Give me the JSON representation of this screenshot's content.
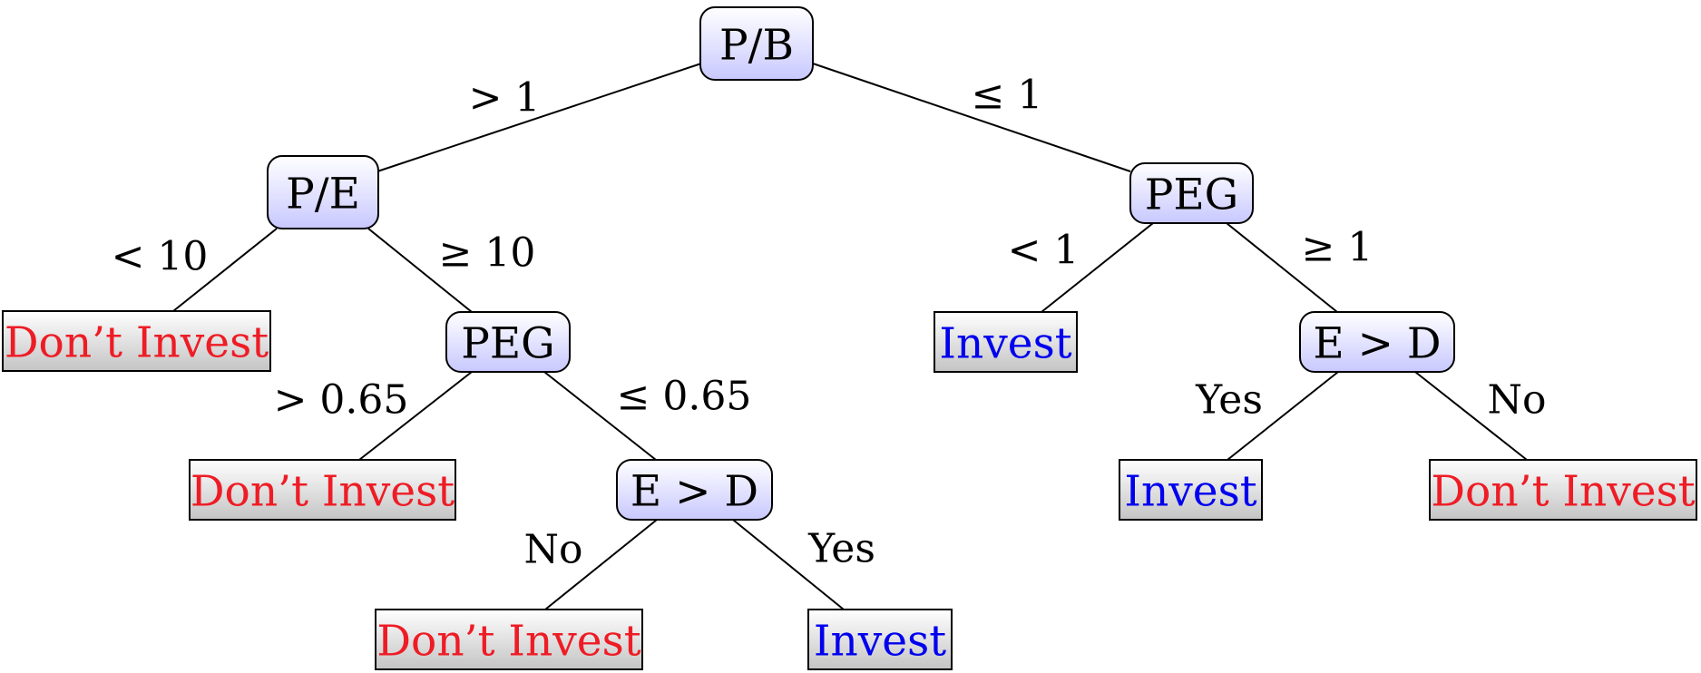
{
  "colors": {
    "invest": "#0000ee",
    "dont_invest": "#ee1c25",
    "decision_fill_top": "#ffffff",
    "decision_fill_bottom": "#c8c8ff",
    "leaf_fill_top": "#ffffff",
    "leaf_fill_bottom": "#c4c4c4"
  },
  "nodes": {
    "root": {
      "label": "P/B",
      "kind": "decision"
    },
    "pe": {
      "label": "P/E",
      "kind": "decision"
    },
    "peg_right": {
      "label": "PEG",
      "kind": "decision"
    },
    "leaf_pe_lt10": {
      "label": "Don’t Invest",
      "kind": "dont_invest"
    },
    "peg_left": {
      "label": "PEG",
      "kind": "decision"
    },
    "leaf_pegr_lt1": {
      "label": "Invest",
      "kind": "invest"
    },
    "ed_right": {
      "label": "E > D",
      "kind": "decision"
    },
    "leaf_pegl_gt065": {
      "label": "Don’t Invest",
      "kind": "dont_invest"
    },
    "ed_left": {
      "label": "E > D",
      "kind": "decision"
    },
    "leaf_edr_yes": {
      "label": "Invest",
      "kind": "invest"
    },
    "leaf_edr_no": {
      "label": "Don’t Invest",
      "kind": "dont_invest"
    },
    "leaf_edl_no": {
      "label": "Don’t Invest",
      "kind": "dont_invest"
    },
    "leaf_edl_yes": {
      "label": "Invest",
      "kind": "invest"
    }
  },
  "edges": {
    "root_pe": "> 1",
    "root_pegr": "≤ 1",
    "pe_leaf": "< 10",
    "pe_pegl": "≥ 10",
    "pegr_leaf": "< 1",
    "pegr_edr": "≥ 1",
    "pegl_leaf": "> 0.65",
    "pegl_edl": "≤ 0.65",
    "edr_yes": "Yes",
    "edr_no": "No",
    "edl_no": "No",
    "edl_yes": "Yes"
  }
}
